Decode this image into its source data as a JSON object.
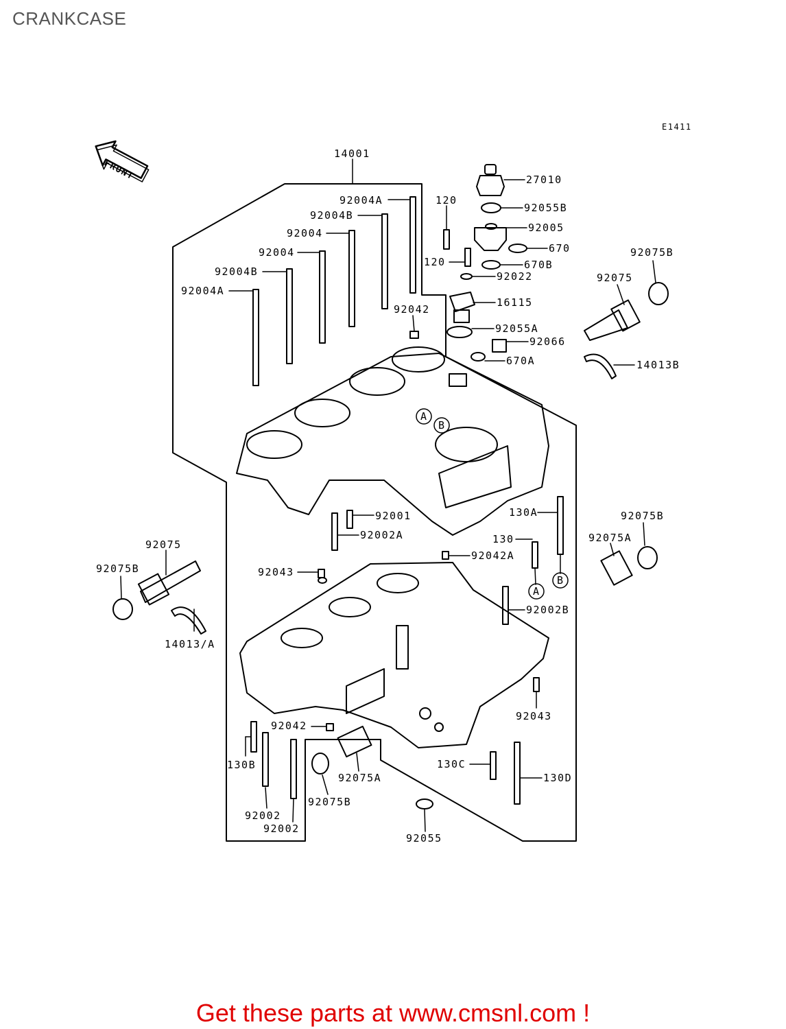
{
  "page": {
    "title": "CRANKCASE",
    "diagram_code": "E1411",
    "front_label": "FRONT"
  },
  "footer": {
    "text": "Get these parts at www.cmsnl.com !",
    "color": "#e00000"
  },
  "callouts": {
    "A": "A",
    "B": "B"
  },
  "parts": [
    {
      "id": "p14001",
      "label": "14001"
    },
    {
      "id": "p92004A_top",
      "label": "92004A"
    },
    {
      "id": "p92004B_top",
      "label": "92004B"
    },
    {
      "id": "p92004_1",
      "label": "92004"
    },
    {
      "id": "p92004_2",
      "label": "92004"
    },
    {
      "id": "p92004B_2",
      "label": "92004B"
    },
    {
      "id": "p92004A_2",
      "label": "92004A"
    },
    {
      "id": "p120_a",
      "label": "120"
    },
    {
      "id": "p120_b",
      "label": "120"
    },
    {
      "id": "p27010",
      "label": "27010"
    },
    {
      "id": "p92055B",
      "label": "92055B"
    },
    {
      "id": "p92005",
      "label": "92005"
    },
    {
      "id": "p670",
      "label": "670"
    },
    {
      "id": "p670B",
      "label": "670B"
    },
    {
      "id": "p92022",
      "label": "92022"
    },
    {
      "id": "p16115",
      "label": "16115"
    },
    {
      "id": "p92042_top",
      "label": "92042"
    },
    {
      "id": "p92055A",
      "label": "92055A"
    },
    {
      "id": "p92066",
      "label": "92066"
    },
    {
      "id": "p670A",
      "label": "670A"
    },
    {
      "id": "p92075B_r1",
      "label": "92075B"
    },
    {
      "id": "p92075_r",
      "label": "92075"
    },
    {
      "id": "p14013B",
      "label": "14013B"
    },
    {
      "id": "p130A",
      "label": "130A"
    },
    {
      "id": "p92001",
      "label": "92001"
    },
    {
      "id": "p92002A",
      "label": "92002A"
    },
    {
      "id": "p130",
      "label": "130"
    },
    {
      "id": "p92075B_r2",
      "label": "92075B"
    },
    {
      "id": "p92075A_r",
      "label": "92075A"
    },
    {
      "id": "p92075_l",
      "label": "92075"
    },
    {
      "id": "p92075B_l",
      "label": "92075B"
    },
    {
      "id": "p14013A",
      "label": "14013/A"
    },
    {
      "id": "p92042A",
      "label": "92042A"
    },
    {
      "id": "p92043_l",
      "label": "92043"
    },
    {
      "id": "p92002B",
      "label": "92002B"
    },
    {
      "id": "p92043_r",
      "label": "92043"
    },
    {
      "id": "p92042_bot",
      "label": "92042"
    },
    {
      "id": "p130B",
      "label": "130B"
    },
    {
      "id": "p92075A_b",
      "label": "92075A"
    },
    {
      "id": "p92075B_b",
      "label": "92075B"
    },
    {
      "id": "p92002_1",
      "label": "92002"
    },
    {
      "id": "p92002_2",
      "label": "92002"
    },
    {
      "id": "p130C",
      "label": "130C"
    },
    {
      "id": "p130D",
      "label": "130D"
    },
    {
      "id": "p92055",
      "label": "92055"
    }
  ]
}
